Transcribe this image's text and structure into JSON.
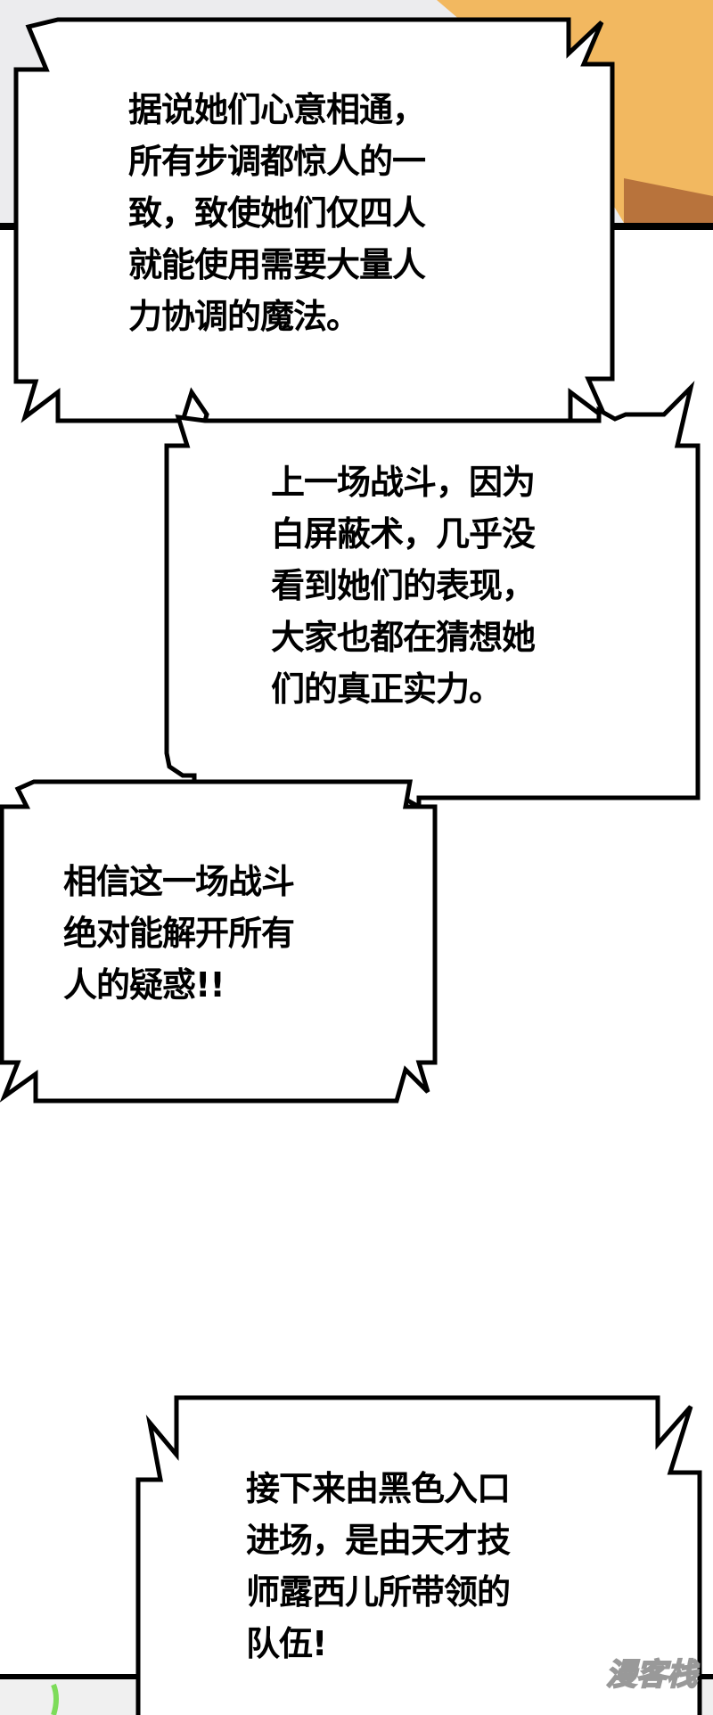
{
  "bubbles": [
    {
      "lines": "据说她们心意相通，\n所有步调都惊人的一\n致，致使她们仅四人\n就能使用需要大量人\n力协调的魔法。"
    },
    {
      "lines": "上一场战斗，因为\n白屏蔽术，几乎没\n看到她们的表现，\n大家也都在猜想她\n们的真正实力。"
    },
    {
      "lines": "相信这一场战斗\n绝对能解开所有\n人的疑惑!!"
    },
    {
      "lines": "接下来由黑色入口\n进场，是由天才技\n师露西儿所带领的\n队伍!"
    }
  ],
  "watermark": "漫客栈",
  "colors": {
    "art_orange": "#f2b860",
    "art_brown": "#b8733c",
    "art_grey": "#d8d8da",
    "stroke": "#000000"
  }
}
